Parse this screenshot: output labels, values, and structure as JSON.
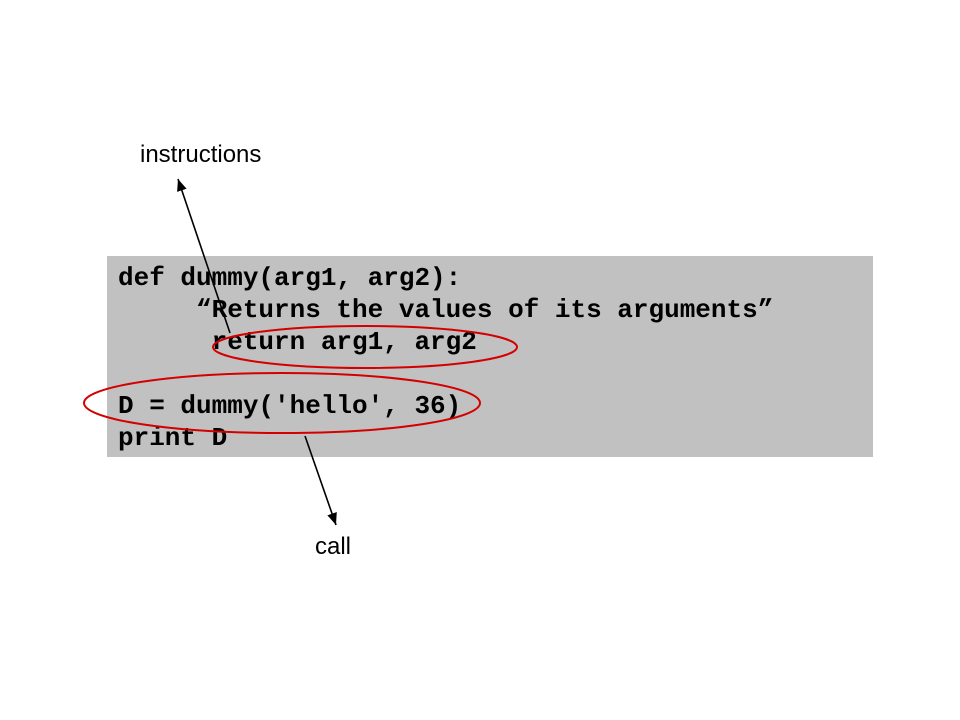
{
  "slide": {
    "labels": {
      "instructions": "instructions",
      "call": "call"
    },
    "code_block": {
      "lines": [
        "def dummy(arg1, arg2):",
        "     “Returns the values of its arguments”",
        "      return arg1, arg2",
        "",
        "D = dummy('hello', 36)",
        "print D"
      ]
    }
  },
  "colors": {
    "background": "#ffffff",
    "code_box_bg": "#c1c1c1",
    "code_text": "#000000",
    "label_text": "#000000",
    "annotation_red": "#d40000",
    "arrow_black": "#000000"
  }
}
